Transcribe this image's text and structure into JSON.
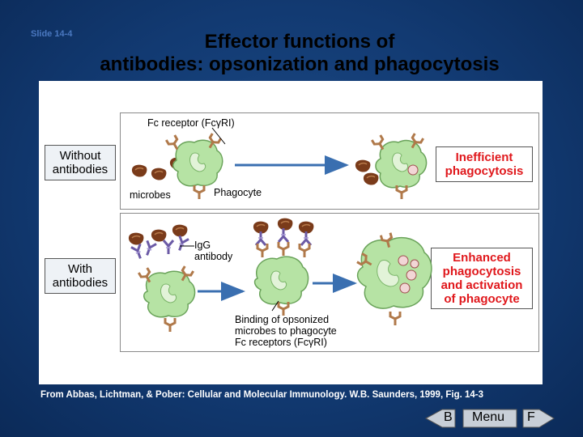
{
  "slide_label": "Slide 14-4",
  "title_line1": "Effector functions of",
  "title_line2": "antibodies: opsonization and phagocytosis",
  "row_without": {
    "side_label_line1": "Without",
    "side_label_line2": "antibodies",
    "fc_receptor_label": "Fc receptor (FcγRI)",
    "microbes_label": "microbes",
    "phagocyte_label": "Phagocyte",
    "outcome_line1": "Inefficient",
    "outcome_line2": "phagocytosis"
  },
  "row_with": {
    "side_label_line1": "With",
    "side_label_line2": "antibodies",
    "igg_label_line1": "IgG",
    "igg_label_line2": "antibody",
    "binding_line1": "Binding of opsonized",
    "binding_line2": "microbes to phagocyte",
    "binding_line3": "Fc receptors (FcγRI)",
    "outcome_line1": "Enhanced",
    "outcome_line2": "phagocytosis",
    "outcome_line3": "and activation",
    "outcome_line4": "of phagocyte"
  },
  "citation": "From Abbas, Lichtman, & Pober: Cellular and Molecular Immunology. W.B. Saunders, 1999, Fig. 14-3",
  "nav": {
    "back": "B",
    "menu": "Menu",
    "forward": "F"
  },
  "colors": {
    "cell": "#b6e3a4",
    "cell_edge": "#6aa35a",
    "receptor": "#b0794a",
    "antibody": "#6b5aa6",
    "microbe": "#7a3b1a",
    "outcome_text": "#e0181c"
  }
}
